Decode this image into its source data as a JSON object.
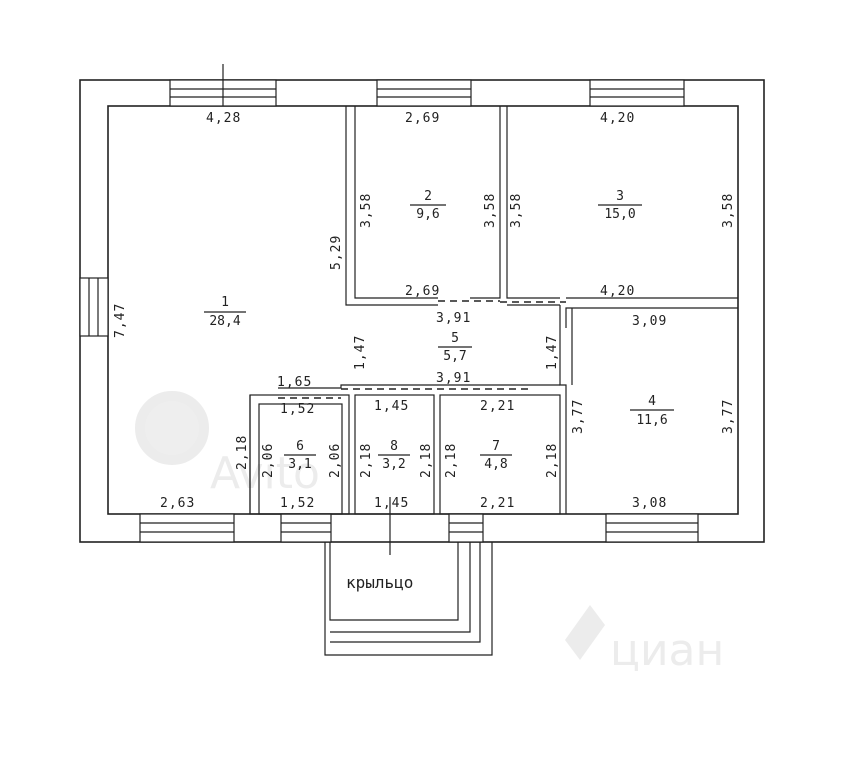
{
  "rooms": [
    {
      "number": "1",
      "area": "28,4"
    },
    {
      "number": "2",
      "area": "9,6"
    },
    {
      "number": "3",
      "area": "15,0"
    },
    {
      "number": "4",
      "area": "11,6"
    },
    {
      "number": "5",
      "area": "5,7"
    },
    {
      "number": "6",
      "area": "3,1"
    },
    {
      "number": "7",
      "area": "4,8"
    },
    {
      "number": "8",
      "area": "3,2"
    }
  ],
  "dims": {
    "r1_top": "4,28",
    "r1_left": "7,47",
    "r1_right": "5,29",
    "r1_bottom": "2,63",
    "r1_right_low": "2,18",
    "r1_notch": "1,65",
    "r2_top": "2,69",
    "r2_bottom": "2,69",
    "r2_left": "3,58",
    "r2_right": "3,58",
    "r3_top": "4,20",
    "r3_bottom": "4,20",
    "r3_left": "3,58",
    "r3_right": "3,58",
    "r4_top": "3,09",
    "r4_bottom": "3,08",
    "r4_left": "3,77",
    "r4_right": "3,77",
    "r5_top": "3,91",
    "r5_bottom": "3,91",
    "r5_left": "1,47",
    "r5_right": "1,47",
    "r6_top": "1,52",
    "r6_bottom": "1,52",
    "r6_left": "2,06",
    "r6_right": "2,06",
    "r8_top": "1,45",
    "r8_bottom": "1,45",
    "r8_left": "2,18",
    "r8_right": "2,18",
    "r7_top": "2,21",
    "r7_bottom": "2,21",
    "r7_left": "2,18",
    "r7_right": "2,18"
  },
  "porch_label": "крыльцо",
  "watermark": {
    "main": "Avito",
    "secondary": "циан"
  }
}
